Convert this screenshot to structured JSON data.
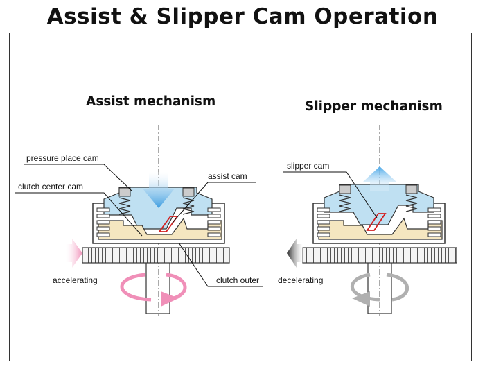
{
  "title": "Assist & Slipper Cam Operation",
  "assist": {
    "heading": "Assist mechanism",
    "labels": {
      "pressure_plate_cam": "pressure place cam",
      "clutch_center_cam": "clutch center cam",
      "assist_cam": "assist cam",
      "clutch_outer": "clutch outer",
      "direction": "accelerating"
    },
    "colors": {
      "arrow": "#f08fb8",
      "plate_arrow": "#3a9be0"
    }
  },
  "slipper": {
    "heading": "Slipper mechanism",
    "labels": {
      "slipper_cam": "slipper cam",
      "direction": "decelerating"
    },
    "colors": {
      "arrow": "#b0b0b0",
      "plate_arrow": "#4aa8e8"
    }
  },
  "colors": {
    "plate": "#bfe0f2",
    "hub": "#f5e6c0",
    "cam_highlight": "#d21f1f"
  }
}
